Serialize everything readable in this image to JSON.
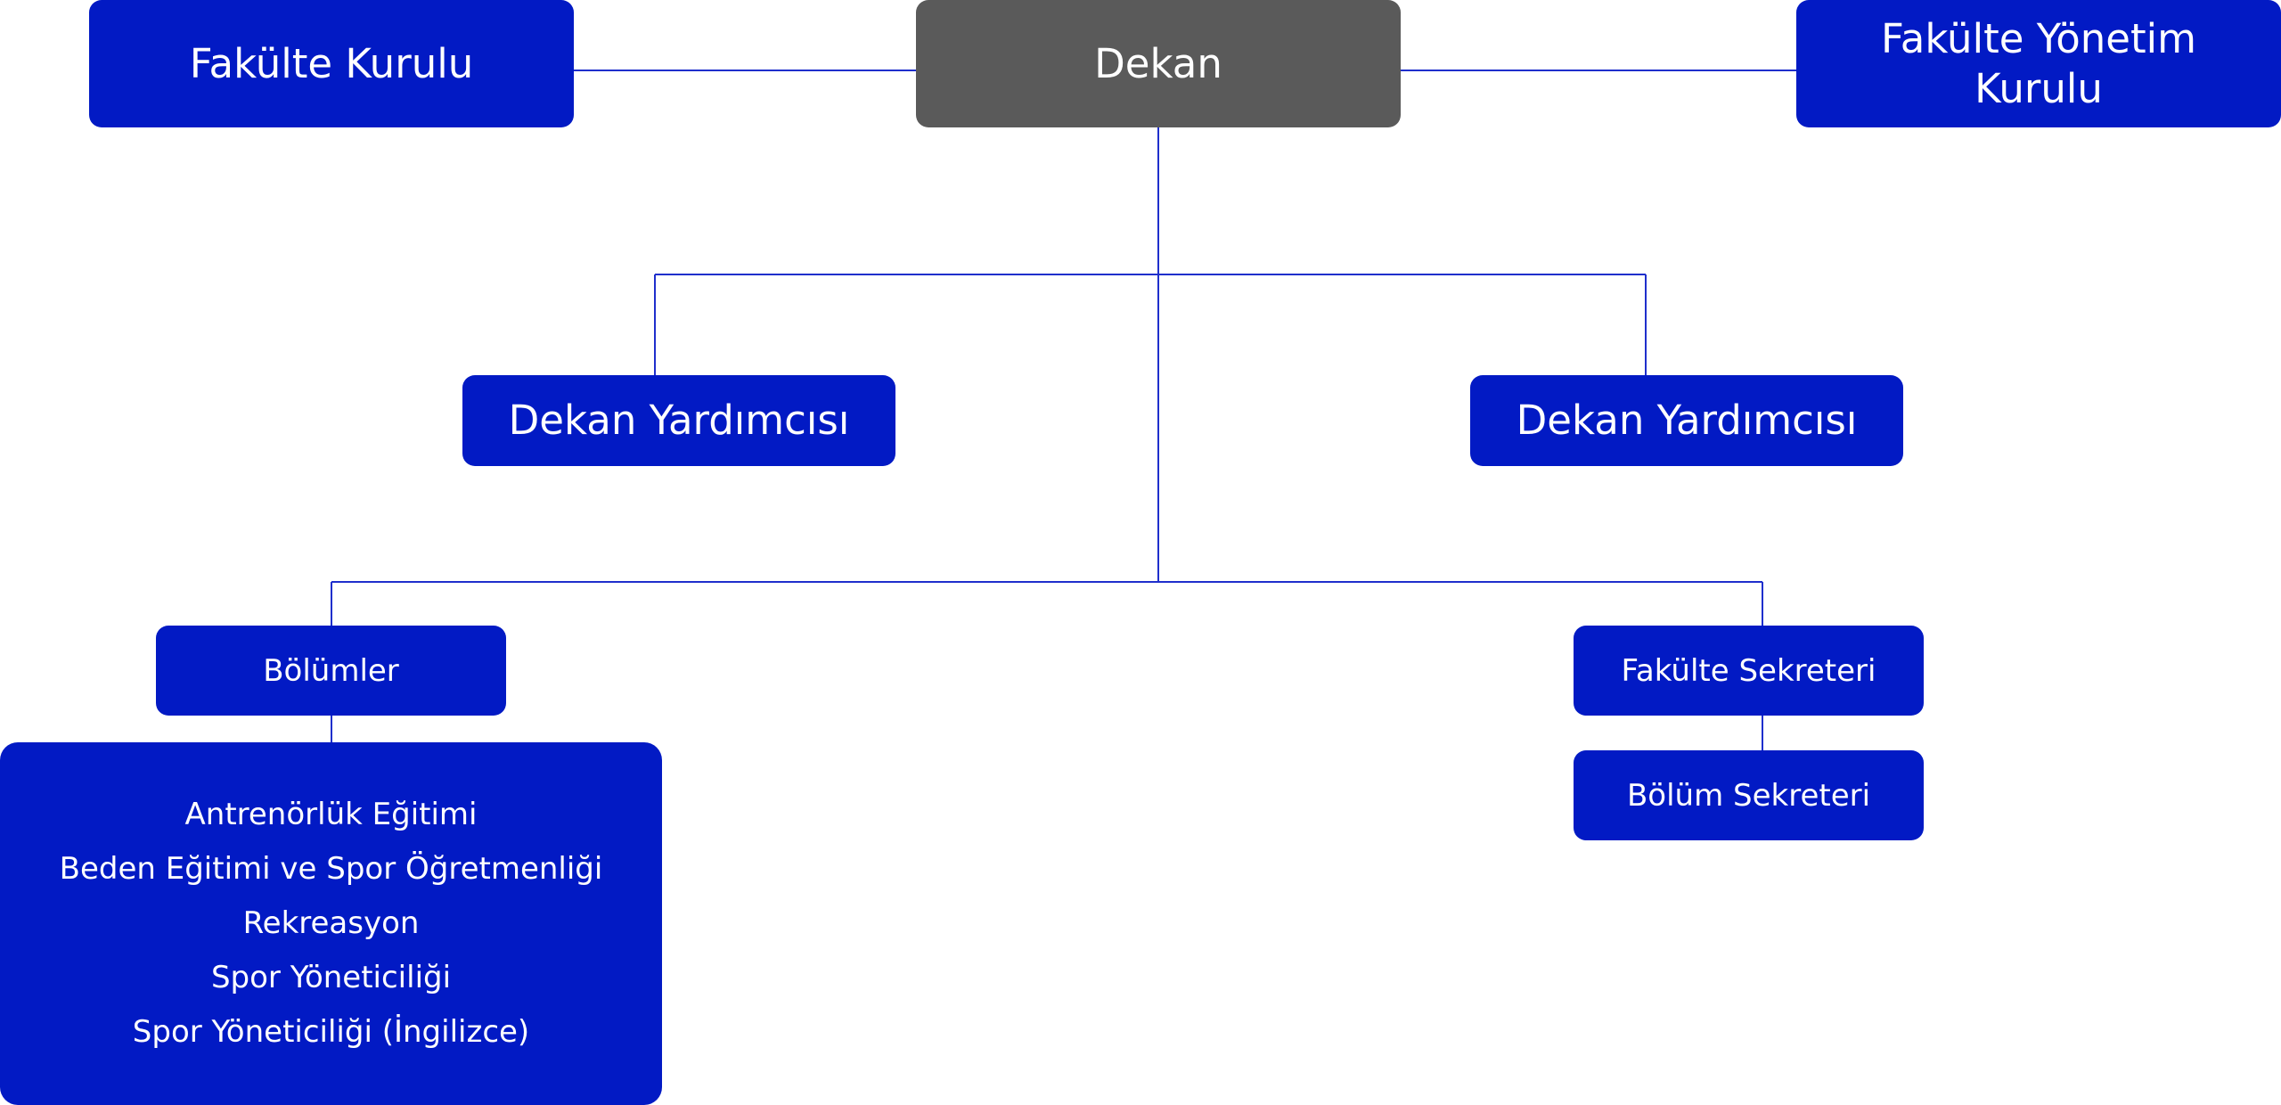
{
  "colors": {
    "box_blue": "#021ac4",
    "box_gray": "#5a5a5a",
    "connector": "#1f2fcc",
    "text": "#ffffff",
    "background": "#ffffff"
  },
  "nodes": {
    "fakulte_kurulu": "Fakülte Kurulu",
    "dekan": "Dekan",
    "fakulte_yonetim_kurulu": "Fakülte Yönetim\nKurulu",
    "dekan_yardimcisi_left": "Dekan Yardımcısı",
    "dekan_yardimcisi_right": "Dekan Yardımcısı",
    "bolumler": "Bölümler",
    "fakulte_sekreteri": "Fakülte Sekreteri",
    "bolum_sekreteri": "Bölüm Sekreteri"
  },
  "programs": [
    "Antrenörlük Eğitimi",
    "Beden Eğitimi ve Spor Öğretmenliği",
    "Rekreasyon",
    "Spor Yöneticiliği",
    "Spor Yöneticiliği (İngilizce)"
  ]
}
